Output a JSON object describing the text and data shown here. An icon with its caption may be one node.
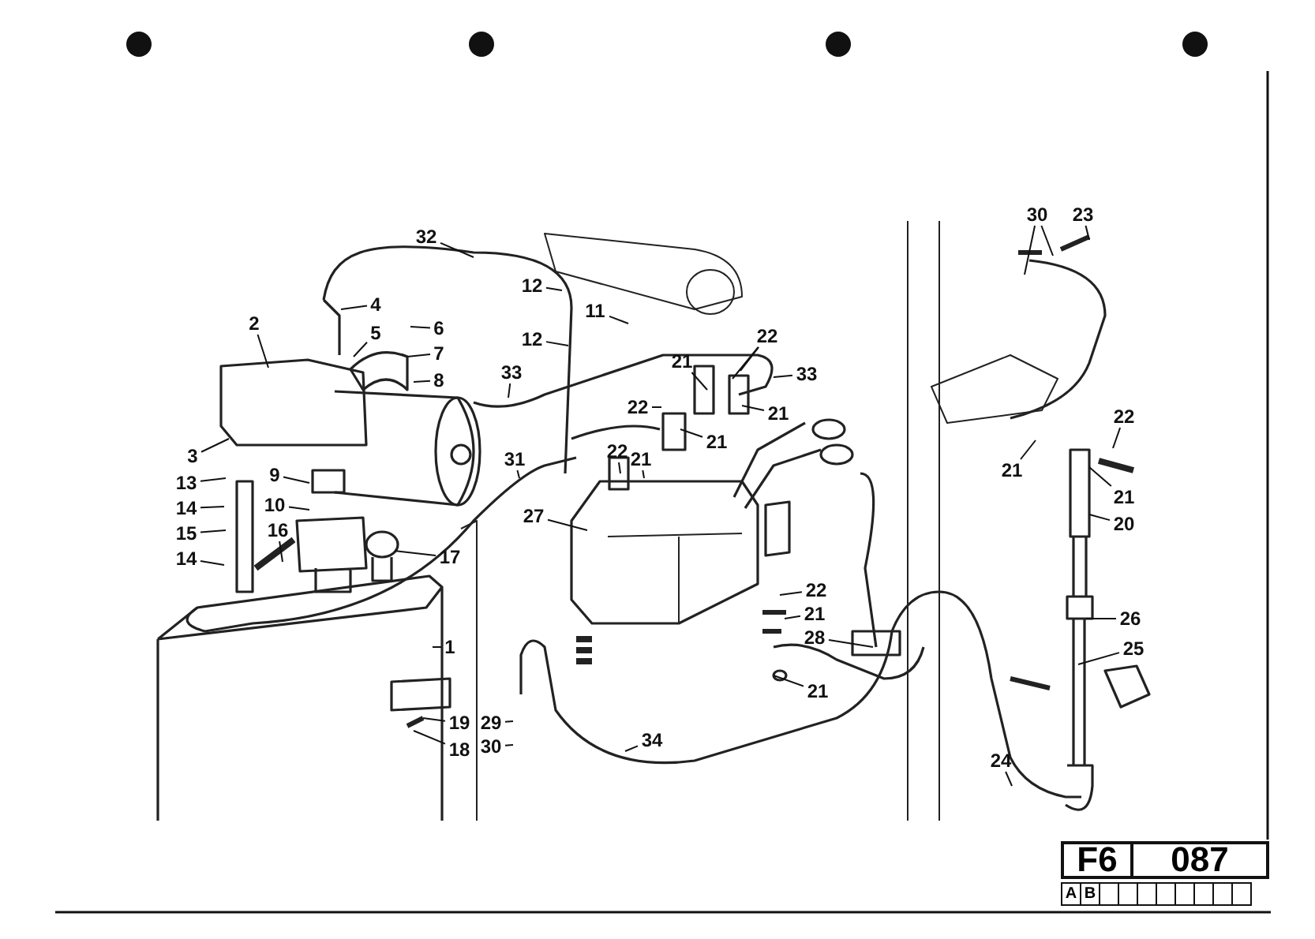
{
  "diagram": {
    "nodes": [
      {
        "text": [
          "32"
        ]
      },
      {
        "text": [
          "2"
        ]
      },
      {
        "text": [
          "4"
        ]
      },
      {
        "text": [
          "5"
        ]
      },
      {
        "text": [
          "6"
        ]
      },
      {
        "text": [
          "7"
        ]
      },
      {
        "text": [
          "8"
        ]
      },
      {
        "text": [
          "3"
        ]
      },
      {
        "text": [
          "13"
        ]
      },
      {
        "text": [
          "9"
        ]
      },
      {
        "text": [
          "14"
        ]
      },
      {
        "text": [
          "10"
        ]
      },
      {
        "text": [
          "15"
        ]
      },
      {
        "text": [
          "16"
        ]
      },
      {
        "text": [
          "14"
        ]
      },
      {
        "text": [
          "17"
        ]
      },
      {
        "text": [
          "1"
        ]
      },
      {
        "text": [
          "19"
        ]
      },
      {
        "text": [
          "18"
        ]
      },
      {
        "text": [
          "29"
        ]
      },
      {
        "text": [
          "30"
        ]
      },
      {
        "text": [
          "12"
        ]
      },
      {
        "text": [
          "11"
        ]
      },
      {
        "text": [
          "12"
        ]
      },
      {
        "text": [
          "33"
        ]
      },
      {
        "text": [
          "31"
        ]
      },
      {
        "text": [
          "27"
        ]
      },
      {
        "text": [
          "22"
        ]
      },
      {
        "text": [
          "21"
        ]
      },
      {
        "text": [
          "33"
        ]
      },
      {
        "text": [
          "22"
        ]
      },
      {
        "text": [
          "21"
        ]
      },
      {
        "text": [
          "21"
        ]
      },
      {
        "text": [
          "22"
        ]
      },
      {
        "text": [
          "21"
        ]
      },
      {
        "text": [
          "22"
        ]
      },
      {
        "text": [
          "21"
        ]
      },
      {
        "text": [
          "28"
        ]
      },
      {
        "text": [
          "21"
        ]
      },
      {
        "text": [
          "34"
        ]
      },
      {
        "text": [
          "30"
        ]
      },
      {
        "text": [
          "23"
        ]
      },
      {
        "text": [
          "22"
        ]
      },
      {
        "text": [
          "21"
        ]
      },
      {
        "text": [
          "21"
        ]
      },
      {
        "text": [
          "20"
        ]
      },
      {
        "text": [
          "26"
        ]
      },
      {
        "text": [
          "25"
        ]
      },
      {
        "text": [
          "24"
        ]
      }
    ],
    "edges": [
      {
        "from": 0,
        "to": null,
        "arrow": "none"
      },
      {
        "from": 1,
        "to": null,
        "arrow": "none"
      },
      {
        "from": 2,
        "to": null,
        "arrow": "none"
      },
      {
        "from": 3,
        "to": null,
        "arrow": "none"
      },
      {
        "from": 4,
        "to": null,
        "arrow": "none"
      },
      {
        "from": 5,
        "to": null,
        "arrow": "none"
      },
      {
        "from": 6,
        "to": null,
        "arrow": "none"
      },
      {
        "from": 7,
        "to": null,
        "arrow": "none"
      },
      {
        "from": 8,
        "to": null,
        "arrow": "none"
      },
      {
        "from": 9,
        "to": null,
        "arrow": "none"
      },
      {
        "from": 10,
        "to": null,
        "arrow": "none"
      },
      {
        "from": 11,
        "to": null,
        "arrow": "none"
      },
      {
        "from": 12,
        "to": null,
        "arrow": "none"
      },
      {
        "from": 13,
        "to": null,
        "arrow": "none"
      },
      {
        "from": 14,
        "to": null,
        "arrow": "none"
      },
      {
        "from": 15,
        "to": null,
        "arrow": "none"
      },
      {
        "from": 16,
        "to": null,
        "arrow": "none"
      },
      {
        "from": 17,
        "to": null,
        "arrow": "none"
      },
      {
        "from": 18,
        "to": null,
        "arrow": "none"
      },
      {
        "from": 19,
        "to": null,
        "arrow": "none"
      },
      {
        "from": 20,
        "to": null,
        "arrow": "none"
      },
      {
        "from": 21,
        "to": null,
        "arrow": "none"
      },
      {
        "from": 22,
        "to": null,
        "arrow": "none"
      },
      {
        "from": 23,
        "to": null,
        "arrow": "none"
      },
      {
        "from": 24,
        "to": null,
        "arrow": "none"
      },
      {
        "from": 25,
        "to": null,
        "arrow": "none"
      },
      {
        "from": 26,
        "to": null,
        "arrow": "none"
      },
      {
        "from": 27,
        "to": null,
        "arrow": "none"
      },
      {
        "from": 27,
        "to": null,
        "arrow": "none"
      },
      {
        "from": 28,
        "to": null,
        "arrow": "none"
      },
      {
        "from": 29,
        "to": null,
        "arrow": "none"
      },
      {
        "from": 30,
        "to": null,
        "arrow": "none"
      },
      {
        "from": 31,
        "to": null,
        "arrow": "none"
      },
      {
        "from": 32,
        "to": null,
        "arrow": "none"
      },
      {
        "from": 33,
        "to": null,
        "arrow": "none"
      },
      {
        "from": 34,
        "to": null,
        "arrow": "none"
      },
      {
        "from": 35,
        "to": null,
        "arrow": "none"
      },
      {
        "from": 36,
        "to": null,
        "arrow": "none"
      },
      {
        "from": 37,
        "to": null,
        "arrow": "none"
      },
      {
        "from": 38,
        "to": null,
        "arrow": "none"
      },
      {
        "from": 39,
        "to": null,
        "arrow": "none"
      },
      {
        "from": 40,
        "to": null,
        "arrow": "none"
      },
      {
        "from": 40,
        "to": null,
        "arrow": "none"
      },
      {
        "from": 41,
        "to": null,
        "arrow": "none"
      },
      {
        "from": 42,
        "to": null,
        "arrow": "none"
      },
      {
        "from": 43,
        "to": null,
        "arrow": "none"
      },
      {
        "from": 44,
        "to": null,
        "arrow": "none"
      },
      {
        "from": 45,
        "to": null,
        "arrow": "none"
      },
      {
        "from": 46,
        "to": null,
        "arrow": "none"
      },
      {
        "from": 47,
        "to": null,
        "arrow": "none"
      },
      {
        "from": 48,
        "to": null,
        "arrow": "none"
      }
    ],
    "labels": [
      "F6",
      "087",
      "A",
      "B"
    ]
  }
}
